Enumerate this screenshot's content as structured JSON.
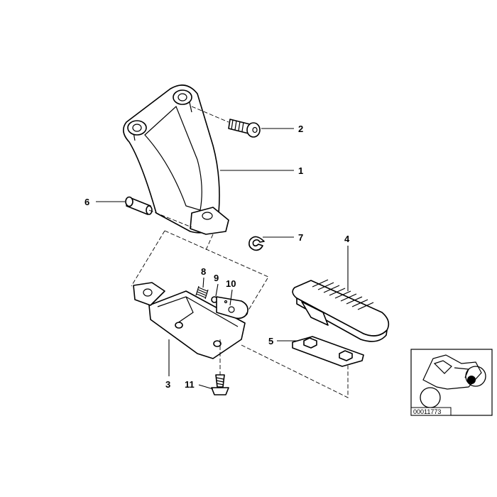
{
  "callouts": [
    {
      "id": "c1",
      "label": "1"
    },
    {
      "id": "c2",
      "label": "2"
    },
    {
      "id": "c3",
      "label": "3"
    },
    {
      "id": "c4",
      "label": "4"
    },
    {
      "id": "c5",
      "label": "5"
    },
    {
      "id": "c6",
      "label": "6"
    },
    {
      "id": "c7",
      "label": "7"
    },
    {
      "id": "c8",
      "label": "8"
    },
    {
      "id": "c9",
      "label": "9"
    },
    {
      "id": "c10",
      "label": "10"
    },
    {
      "id": "c11",
      "label": "11"
    }
  ],
  "thumbnail": {
    "reference_number": "00011773"
  }
}
